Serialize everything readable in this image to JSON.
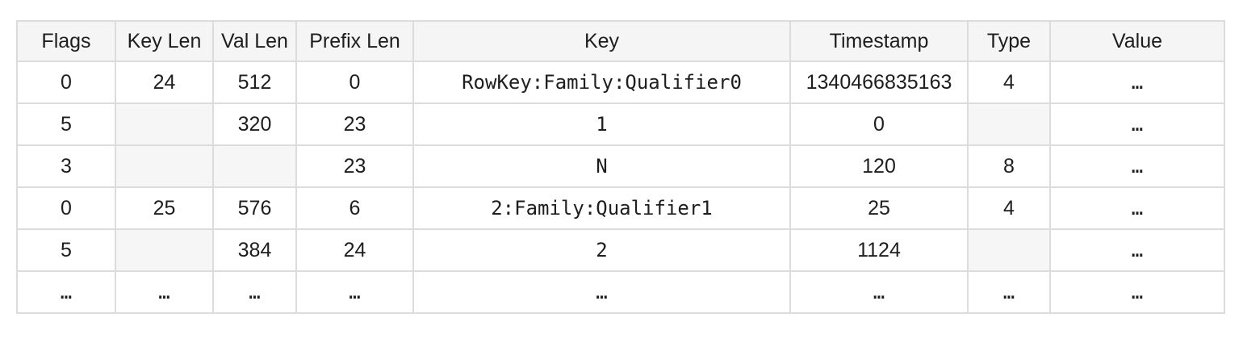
{
  "colors": {
    "background": "#ffffff",
    "header_bg": "#f5f5f5",
    "blank_cell_bg": "#f6f6f6",
    "border": "#dcdcdc",
    "text": "#1e1e1e"
  },
  "table": {
    "columns": [
      {
        "key": "flags",
        "label": "Flags"
      },
      {
        "key": "key-len",
        "label": "Key Len"
      },
      {
        "key": "val-len",
        "label": "Val Len"
      },
      {
        "key": "prefix-len",
        "label": "Prefix Len"
      },
      {
        "key": "key",
        "label": "Key"
      },
      {
        "key": "timestamp",
        "label": "Timestamp"
      },
      {
        "key": "type",
        "label": "Type"
      },
      {
        "key": "value",
        "label": "Value"
      }
    ],
    "rows": [
      {
        "cells": [
          {
            "text": "0",
            "style": "num"
          },
          {
            "text": "24",
            "style": "num"
          },
          {
            "text": "512",
            "style": "num"
          },
          {
            "text": "0",
            "style": "num"
          },
          {
            "text": "RowKey:Family:Qualifier0",
            "style": "key"
          },
          {
            "text": "1340466835163",
            "style": "num"
          },
          {
            "text": "4",
            "style": "num"
          },
          {
            "text": "…",
            "style": "ellipsis"
          }
        ]
      },
      {
        "cells": [
          {
            "text": "5",
            "style": "num"
          },
          {
            "text": "",
            "style": "blank"
          },
          {
            "text": "320",
            "style": "num"
          },
          {
            "text": "23",
            "style": "num"
          },
          {
            "text": "1",
            "style": "key"
          },
          {
            "text": "0",
            "style": "num"
          },
          {
            "text": "",
            "style": "blank"
          },
          {
            "text": "…",
            "style": "ellipsis"
          }
        ]
      },
      {
        "cells": [
          {
            "text": "3",
            "style": "num"
          },
          {
            "text": "",
            "style": "blank"
          },
          {
            "text": "",
            "style": "blank"
          },
          {
            "text": "23",
            "style": "num"
          },
          {
            "text": "N",
            "style": "key"
          },
          {
            "text": "120",
            "style": "num"
          },
          {
            "text": "8",
            "style": "num"
          },
          {
            "text": "…",
            "style": "ellipsis"
          }
        ]
      },
      {
        "cells": [
          {
            "text": "0",
            "style": "num"
          },
          {
            "text": "25",
            "style": "num"
          },
          {
            "text": "576",
            "style": "num"
          },
          {
            "text": "6",
            "style": "num"
          },
          {
            "text": "2:Family:Qualifier1",
            "style": "key"
          },
          {
            "text": "25",
            "style": "num"
          },
          {
            "text": "4",
            "style": "num"
          },
          {
            "text": "…",
            "style": "ellipsis"
          }
        ]
      },
      {
        "cells": [
          {
            "text": "5",
            "style": "num"
          },
          {
            "text": "",
            "style": "blank"
          },
          {
            "text": "384",
            "style": "num"
          },
          {
            "text": "24",
            "style": "num"
          },
          {
            "text": "2",
            "style": "key"
          },
          {
            "text": "1124",
            "style": "num"
          },
          {
            "text": "",
            "style": "blank"
          },
          {
            "text": "…",
            "style": "ellipsis"
          }
        ]
      },
      {
        "cells": [
          {
            "text": "…",
            "style": "ellipsis"
          },
          {
            "text": "…",
            "style": "ellipsis"
          },
          {
            "text": "…",
            "style": "ellipsis"
          },
          {
            "text": "…",
            "style": "ellipsis"
          },
          {
            "text": "…",
            "style": "ellipsis"
          },
          {
            "text": "…",
            "style": "ellipsis"
          },
          {
            "text": "…",
            "style": "ellipsis"
          },
          {
            "text": "…",
            "style": "ellipsis"
          }
        ]
      }
    ]
  },
  "chart_data": {
    "type": "table",
    "columns": [
      "Flags",
      "Key Len",
      "Val Len",
      "Prefix Len",
      "Key",
      "Timestamp",
      "Type",
      "Value"
    ],
    "rows": [
      [
        "0",
        "24",
        "512",
        "0",
        "RowKey:Family:Qualifier0",
        "1340466835163",
        "4",
        "…"
      ],
      [
        "5",
        "",
        "320",
        "23",
        "1",
        "0",
        "",
        "…"
      ],
      [
        "3",
        "",
        "",
        "23",
        "N",
        "120",
        "8",
        "…"
      ],
      [
        "0",
        "25",
        "576",
        "6",
        "2:Family:Qualifier1",
        "25",
        "4",
        "…"
      ],
      [
        "5",
        "",
        "384",
        "24",
        "2",
        "1124",
        "",
        "…"
      ],
      [
        "…",
        "…",
        "…",
        "…",
        "…",
        "…",
        "…",
        "…"
      ]
    ],
    "notes": "blank cells rendered with light gray background; ellipsis cells indicate omitted data"
  }
}
